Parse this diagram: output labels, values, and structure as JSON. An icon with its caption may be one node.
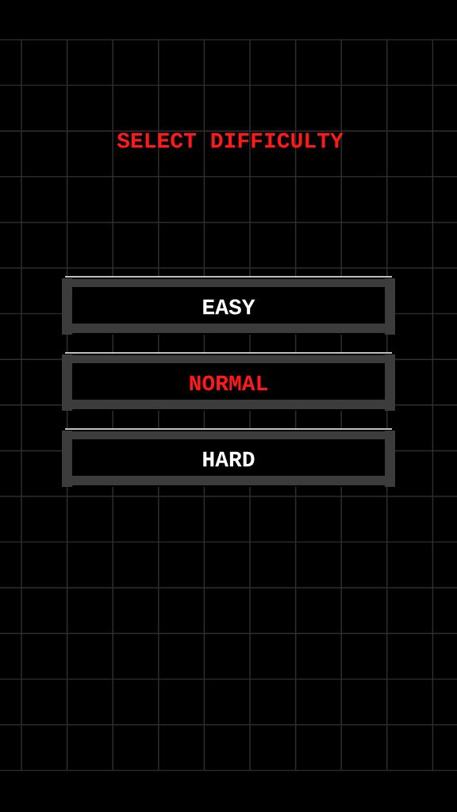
{
  "diagram": {
    "title": "SELECT DIFFICULTY",
    "nodes": [
      {
        "text": [
          "EASY"
        ]
      },
      {
        "text": [
          "NORMAL"
        ]
      },
      {
        "text": [
          "HARD"
        ]
      }
    ]
  }
}
